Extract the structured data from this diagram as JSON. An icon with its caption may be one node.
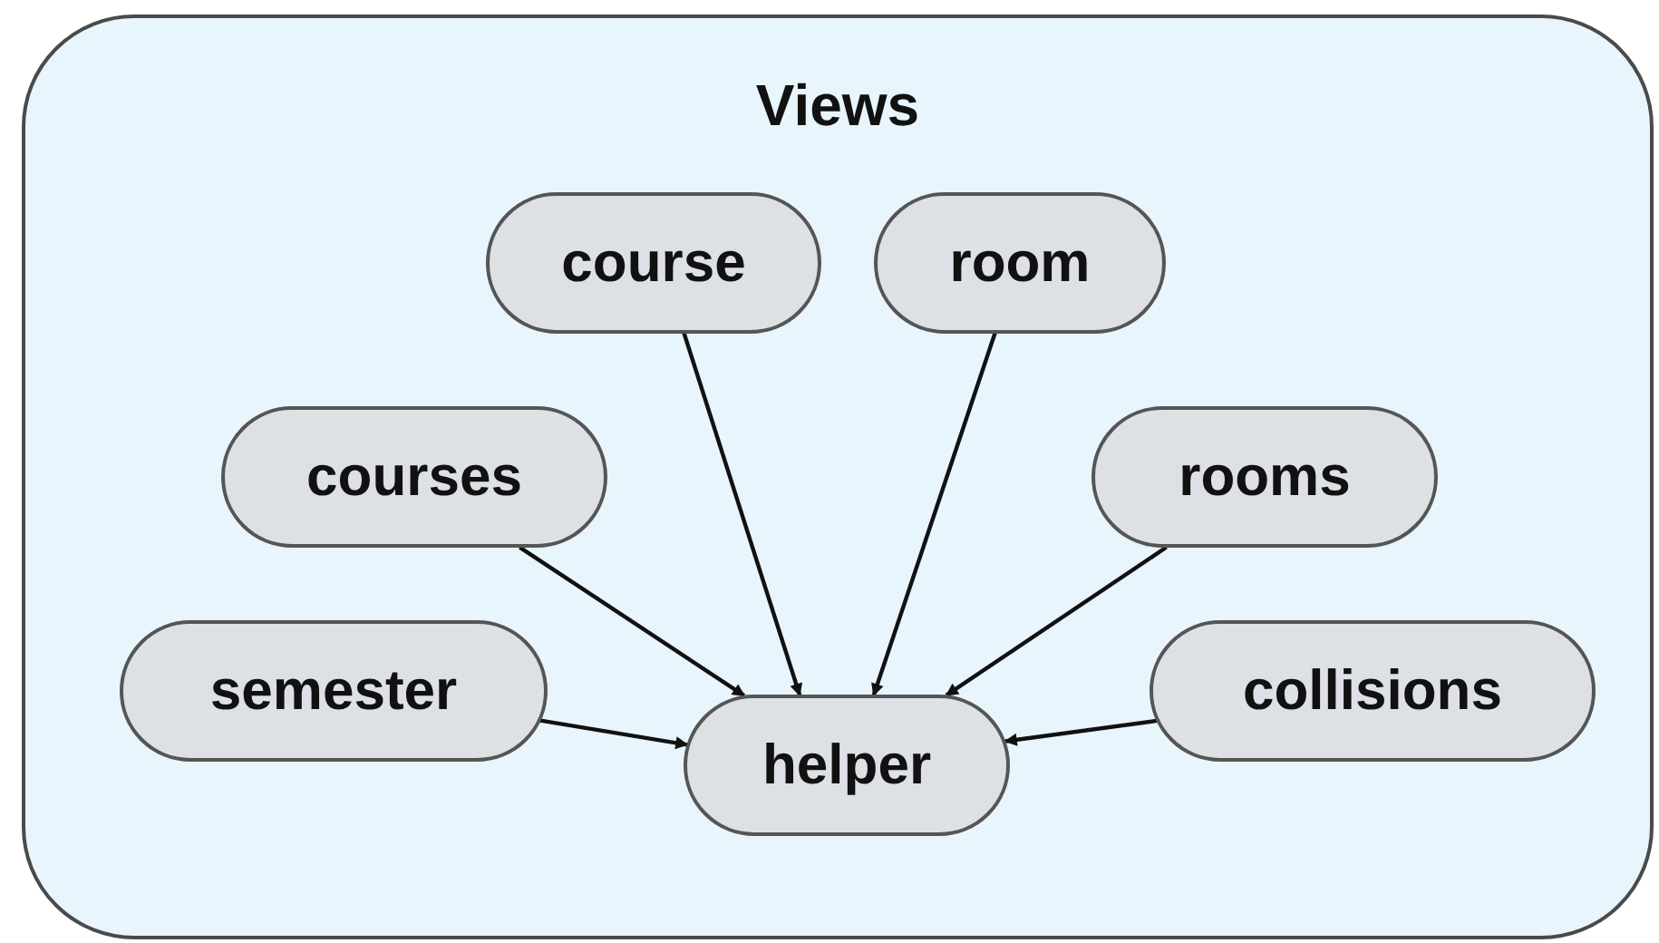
{
  "diagram": {
    "nodes": [
      {
        "text": [
          "Views"
        ]
      },
      {
        "text": [
          "course"
        ],
        "in": 0
      },
      {
        "text": [
          "room"
        ],
        "in": 0
      },
      {
        "text": [
          "courses"
        ],
        "in": 0
      },
      {
        "text": [
          "rooms"
        ],
        "in": 0
      },
      {
        "text": [
          "semester"
        ],
        "in": 0
      },
      {
        "text": [
          "collisions"
        ],
        "in": 0
      },
      {
        "text": [
          "helper"
        ],
        "in": 0
      }
    ],
    "edges": [
      {
        "from": 1,
        "to": 7,
        "arrow": "to"
      },
      {
        "from": 2,
        "to": 7,
        "arrow": "to"
      },
      {
        "from": 3,
        "to": 7,
        "arrow": "to"
      },
      {
        "from": 4,
        "to": 7,
        "arrow": "to"
      },
      {
        "from": 5,
        "to": 7,
        "arrow": "to"
      },
      {
        "from": 6,
        "to": 7,
        "arrow": "to"
      }
    ]
  }
}
